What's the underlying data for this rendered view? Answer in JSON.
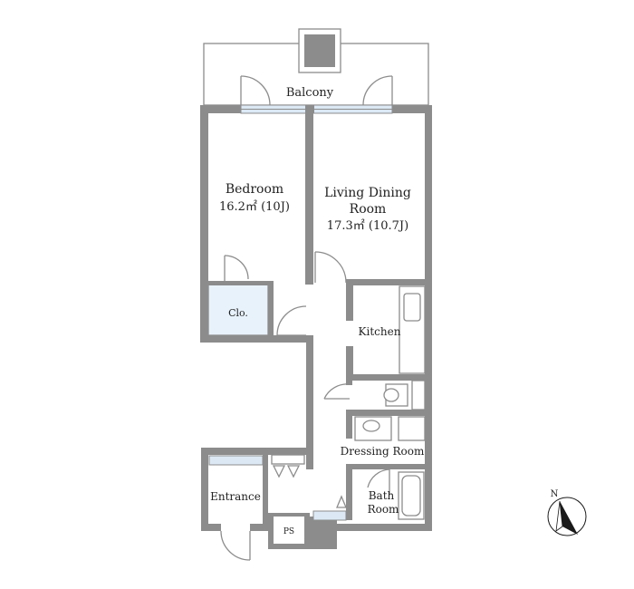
{
  "rooms": {
    "balcony": {
      "label": "Balcony"
    },
    "bedroom": {
      "name": "Bedroom",
      "area": "16.2㎡ (10J)"
    },
    "living": {
      "name_line1": "Living Dining",
      "name_line2": "Room",
      "area": "17.3㎡ (10.7J)"
    },
    "closet": {
      "label": "Clo."
    },
    "kitchen": {
      "label": "Kitchen"
    },
    "dressing": {
      "label": "Dressing Room"
    },
    "bath": {
      "line1": "Bath",
      "line2": "Room"
    },
    "entrance": {
      "label": "Entrance"
    },
    "ps": {
      "label": "PS"
    }
  },
  "compass": {
    "label": "N"
  },
  "colors": {
    "wall": "#8c8c8c",
    "glass": "#dce9f5",
    "closet_fill": "#e8f2fb",
    "compass": "#1a1a1a"
  }
}
